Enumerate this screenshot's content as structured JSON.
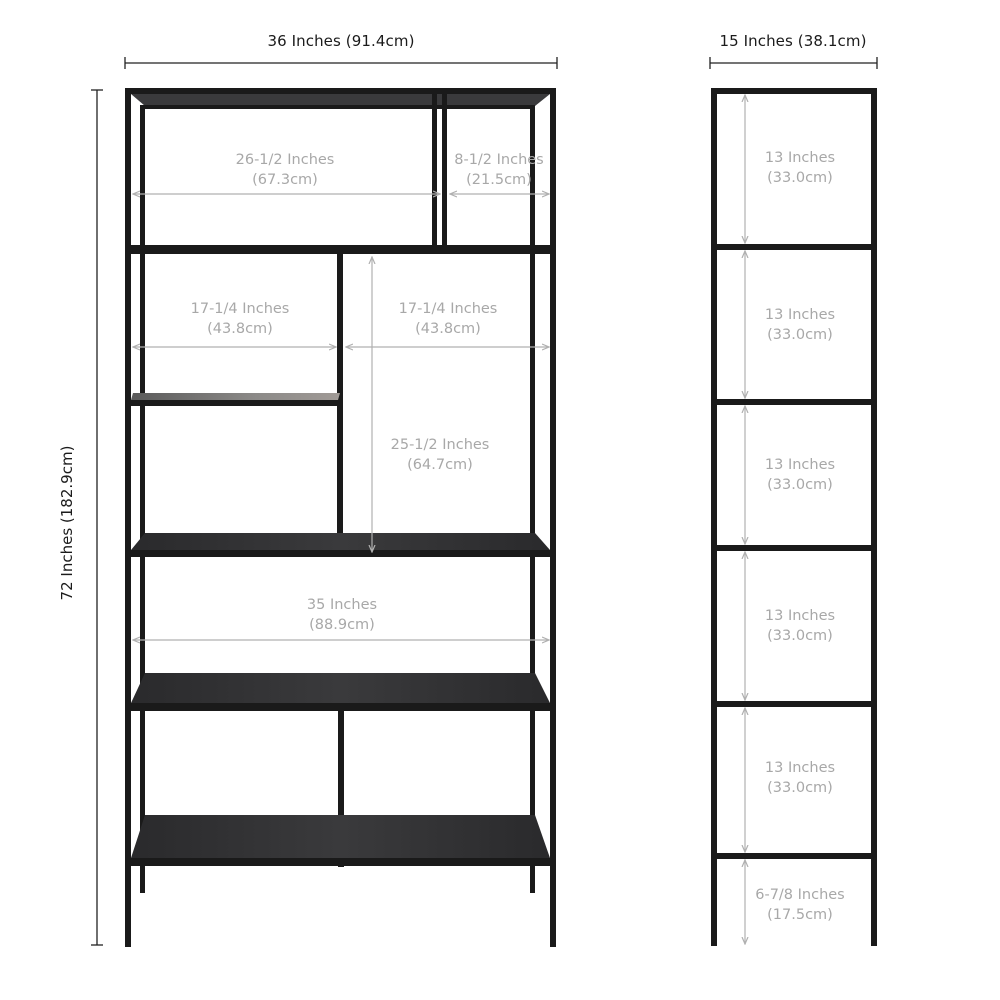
{
  "front_view": {
    "overall_width": "36 Inches (91.4cm)",
    "overall_height": "72 Inches (182.9cm)",
    "compartments": [
      {
        "line1": "26-1/2 Inches",
        "line2": "(67.3cm)"
      },
      {
        "line1": "8-1/2 Inches",
        "line2": "(21.5cm)"
      },
      {
        "line1": "17-1/4 Inches",
        "line2": "(43.8cm)"
      },
      {
        "line1": "17-1/4 Inches",
        "line2": "(43.8cm)"
      },
      {
        "line1": "25-1/2 Inches",
        "line2": "(64.7cm)"
      },
      {
        "line1": "35 Inches",
        "line2": "(88.9cm)"
      }
    ]
  },
  "side_view": {
    "overall_depth": "15 Inches (38.1cm)",
    "shelf_gaps": [
      {
        "line1": "13 Inches",
        "line2": "(33.0cm)"
      },
      {
        "line1": "13 Inches",
        "line2": "(33.0cm)"
      },
      {
        "line1": "13 Inches",
        "line2": "(33.0cm)"
      },
      {
        "line1": "13 Inches",
        "line2": "(33.0cm)"
      },
      {
        "line1": "13 Inches",
        "line2": "(33.0cm)"
      },
      {
        "line1": "6-7/8 Inches",
        "line2": "(17.5cm)"
      }
    ]
  },
  "colors": {
    "frame": "#1a1a1a",
    "shelf": "#2e2e30",
    "dimension_line": "#b0b0b0",
    "dimension_text": "#a8a8a8",
    "title_text": "#1b1b1b"
  }
}
